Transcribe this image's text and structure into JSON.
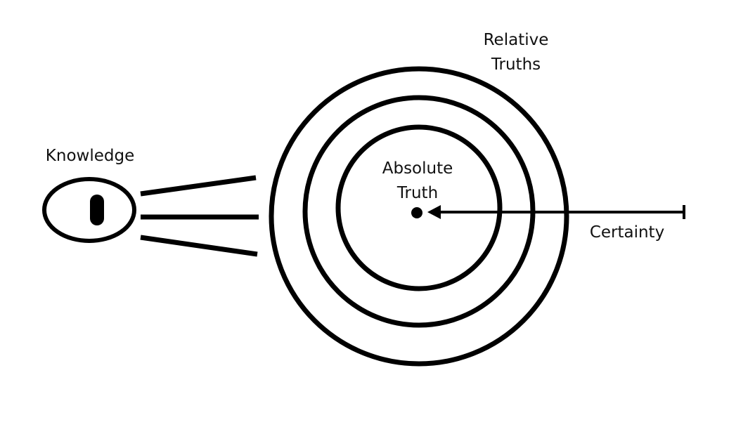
{
  "labels": {
    "knowledge": "Knowledge",
    "relative_truths": [
      "Relative",
      "Truths"
    ],
    "absolute_truth": [
      "Absolute",
      "Truth"
    ],
    "certainty": "Certainty"
  },
  "colors": {
    "stroke": "#000000",
    "text": "#111111",
    "background": "#ffffff"
  }
}
